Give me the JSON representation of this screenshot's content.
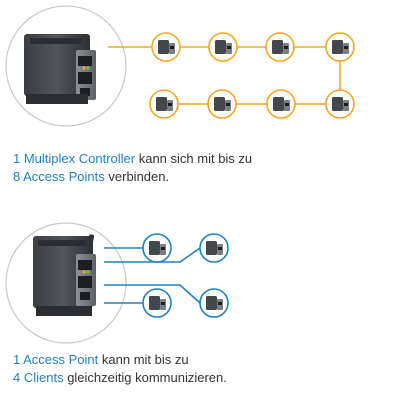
{
  "top_caption": {
    "line1": {
      "highlight": "1 Multiplex Controller",
      "rest": " kann sich mit bis zu"
    },
    "line2": {
      "highlight": "8 Access Points",
      "rest": " verbinden."
    }
  },
  "bottom_caption": {
    "line1": {
      "highlight": "1 Access Point",
      "rest": " kann mit bis zu"
    },
    "line2": {
      "highlight": "4 Clients",
      "rest": " gleichzeitig kommunizieren."
    }
  },
  "colors": {
    "orange_link": "#f5a623",
    "blue_link": "#1f82c0",
    "highlight_text": "#1f82c0",
    "ring_border": "#c8c8c8"
  }
}
